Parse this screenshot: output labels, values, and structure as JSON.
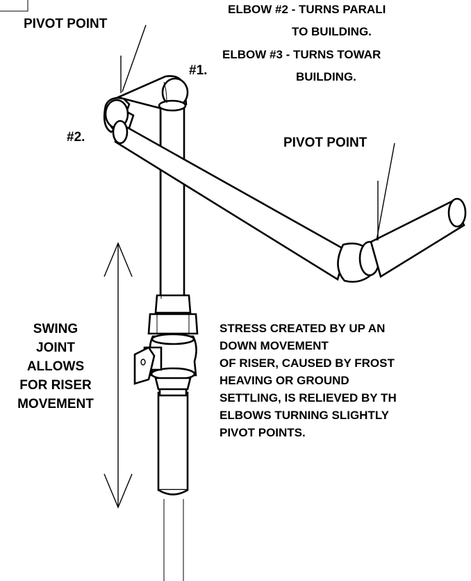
{
  "labels": {
    "pivot_point_top": "PIVOT POINT",
    "pivot_point_right": "PIVOT POINT",
    "elbow1": "#1.",
    "elbow2": "#2.",
    "elbow2_note_line1": "ELBOW #2 - TURNS PARALI",
    "elbow2_note_line2": "TO BUILDING.",
    "elbow3_note_line1": "ELBOW #3 - TURNS TOWAR",
    "elbow3_note_line2": "BUILDING.",
    "swing_joint": [
      "SWING",
      "JOINT",
      "ALLOWS",
      "FOR RISER",
      "MOVEMENT"
    ],
    "stress_note": [
      "STRESS CREATED BY UP AN",
      "DOWN MOVEMENT",
      "OF RISER, CAUSED BY FROST",
      "HEAVING OR GROUND",
      "SETTLING, IS RELIEVED BY TH",
      "ELBOWS TURNING SLIGHTLY",
      "PIVOT POINTS."
    ]
  }
}
